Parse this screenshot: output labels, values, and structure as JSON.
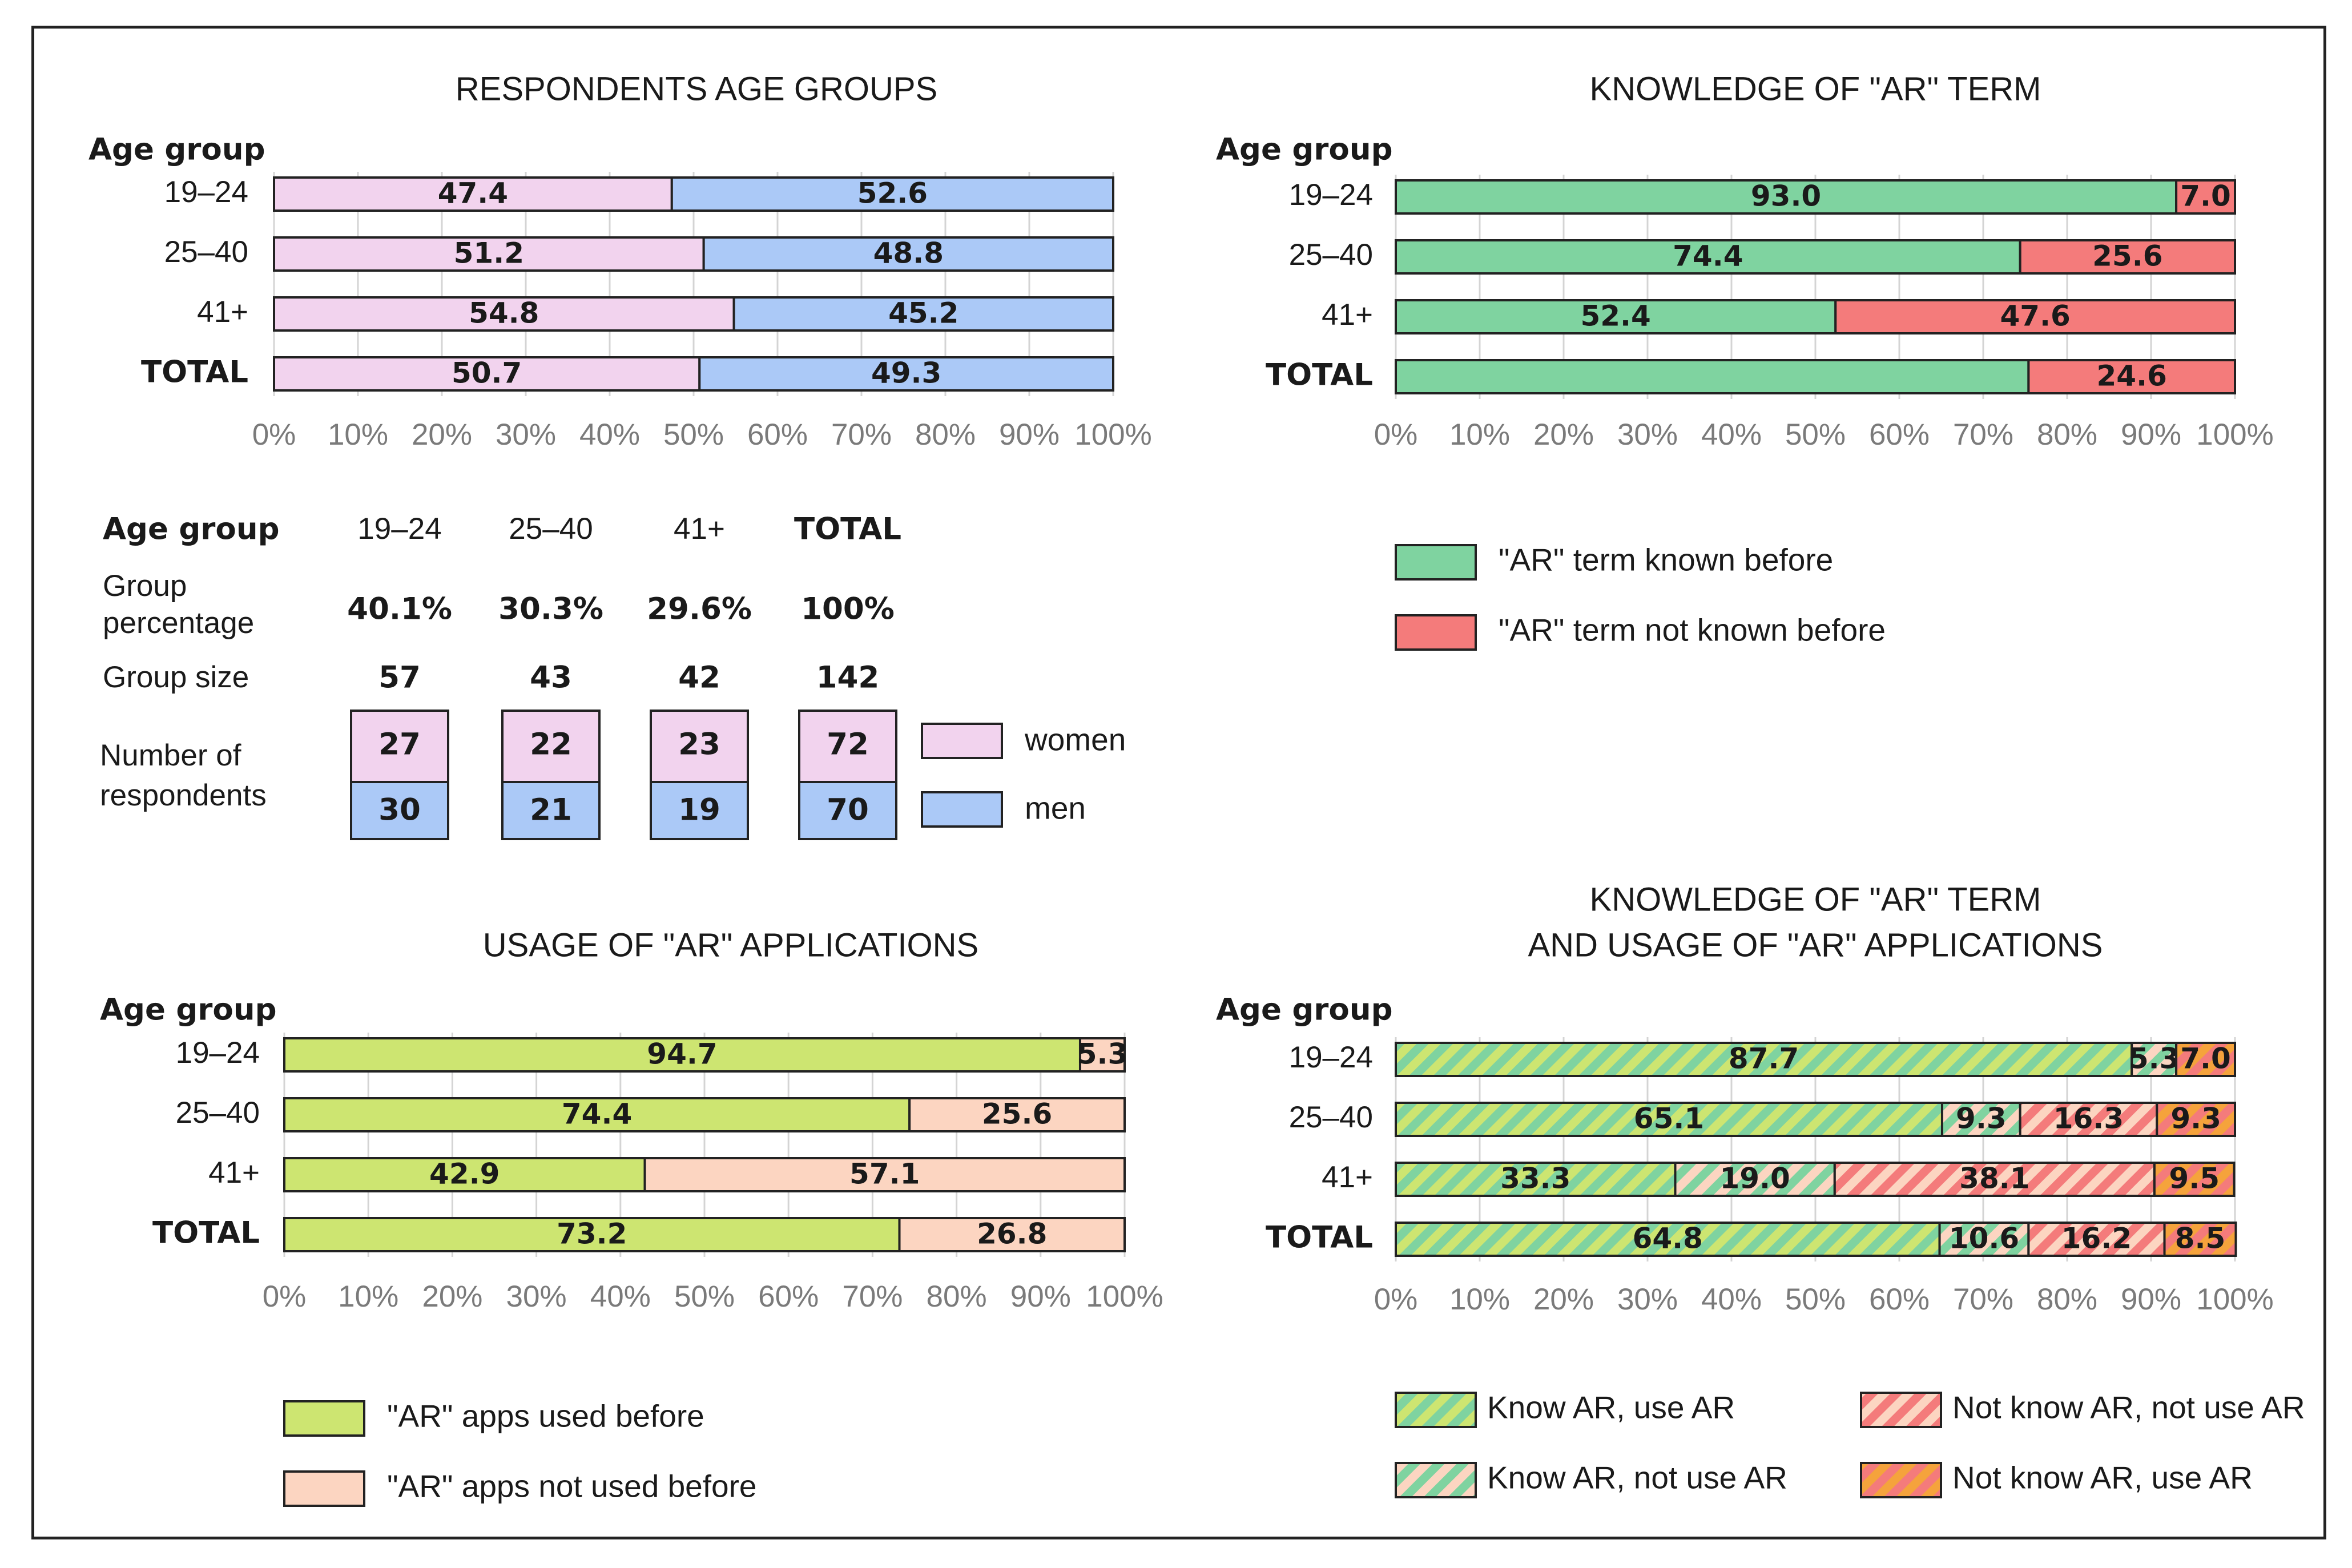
{
  "colors": {
    "women": "#f2d3ee",
    "men": "#abc9f7",
    "known": "#7fd3a0",
    "not_known": "#f47b7b",
    "used": "#cde571",
    "not_used": "#fcd5c1",
    "hatch_green": "#7fd3a0",
    "hatch_lime": "#cde571",
    "hatch_red": "#f47b7b",
    "hatch_peach": "#fcd5c1",
    "hatch_orange": "#f5a33c"
  },
  "axis_ticks": [
    "0%",
    "10%",
    "20%",
    "30%",
    "40%",
    "50%",
    "60%",
    "70%",
    "80%",
    "90%",
    "100%"
  ],
  "chart_data": [
    {
      "type": "bar",
      "orientation": "horizontal-stacked",
      "title": "RESPONDENTS AGE GROUPS",
      "ylabel": "Age group",
      "categories": [
        "19–24",
        "25–40",
        "41+",
        "TOTAL"
      ],
      "series": [
        {
          "name": "women",
          "values": [
            47.4,
            51.2,
            54.8,
            50.7
          ]
        },
        {
          "name": "men",
          "values": [
            52.6,
            48.8,
            45.2,
            49.3
          ]
        }
      ],
      "xlim": [
        0,
        100
      ]
    },
    {
      "type": "bar",
      "orientation": "horizontal-stacked",
      "title": "KNOWLEDGE OF \"AR\" TERM",
      "ylabel": "Age group",
      "categories": [
        "19–24",
        "25–40",
        "41+",
        "TOTAL"
      ],
      "series": [
        {
          "name": "\"AR\" term known before",
          "values": [
            93.0,
            74.4,
            52.4,
            75.4
          ],
          "labels": [
            "93.0",
            "74.4",
            "52.4",
            ""
          ]
        },
        {
          "name": "\"AR\" term not known before",
          "values": [
            7.0,
            25.6,
            47.6,
            24.6
          ],
          "labels": [
            "7.0",
            "25.6",
            "47.6",
            "24.6"
          ]
        }
      ],
      "xlim": [
        0,
        100
      ]
    },
    {
      "type": "bar",
      "orientation": "horizontal-stacked",
      "title": "USAGE OF \"AR\" APPLICATIONS",
      "ylabel": "Age group",
      "categories": [
        "19–24",
        "25–40",
        "41+",
        "TOTAL"
      ],
      "series": [
        {
          "name": "\"AR\" apps used before",
          "values": [
            94.7,
            74.4,
            42.9,
            73.2
          ],
          "labels": [
            "94.7",
            "74.4",
            "42.9",
            "73.2"
          ]
        },
        {
          "name": "\"AR\" apps not used before",
          "values": [
            5.3,
            25.6,
            57.1,
            26.8
          ],
          "labels": [
            "5.3",
            "25.6",
            "57.1",
            "26.8"
          ]
        }
      ],
      "xlim": [
        0,
        100
      ]
    },
    {
      "type": "bar",
      "orientation": "horizontal-stacked",
      "title_lines": [
        "KNOWLEDGE OF \"AR\" TERM",
        "AND USAGE OF \"AR\" APPLICATIONS"
      ],
      "ylabel": "Age group",
      "categories": [
        "19–24",
        "25–40",
        "41+",
        "TOTAL"
      ],
      "series": [
        {
          "name": "Know AR, use AR",
          "values": [
            87.7,
            65.1,
            33.3,
            64.8
          ],
          "labels": [
            "87.7",
            "65.1",
            "33.3",
            "64.8"
          ]
        },
        {
          "name": "Know AR, not use AR",
          "values": [
            5.3,
            9.3,
            19.0,
            10.6
          ],
          "labels": [
            "5.3",
            "9.3",
            "19.0",
            "10.6"
          ]
        },
        {
          "name": "Not know AR, not use AR",
          "values": [
            0.0,
            16.3,
            38.1,
            16.2
          ],
          "labels": [
            "",
            "16.3",
            "38.1",
            "16.2"
          ]
        },
        {
          "name": "Not know AR, use AR",
          "values": [
            7.0,
            9.3,
            9.5,
            8.5
          ],
          "labels": [
            "7.0",
            "9.3",
            "9.5",
            "8.5"
          ]
        }
      ],
      "xlim": [
        0,
        100
      ]
    },
    {
      "type": "table",
      "header": [
        "Age group",
        "19–24",
        "25–40",
        "41+",
        "TOTAL"
      ],
      "rows": [
        {
          "label_lines": [
            "Group",
            "percentage"
          ],
          "values": [
            "40.1%",
            "30.3%",
            "29.6%",
            "100%"
          ]
        },
        {
          "label_lines": [
            "Group size"
          ],
          "values": [
            "57",
            "43",
            "42",
            "142"
          ]
        }
      ],
      "respondents": {
        "label_lines": [
          "Number of",
          "respondents"
        ],
        "women": [
          "27",
          "22",
          "23",
          "72"
        ],
        "men": [
          "30",
          "21",
          "19",
          "70"
        ]
      },
      "legend": [
        "women",
        "men"
      ]
    }
  ]
}
